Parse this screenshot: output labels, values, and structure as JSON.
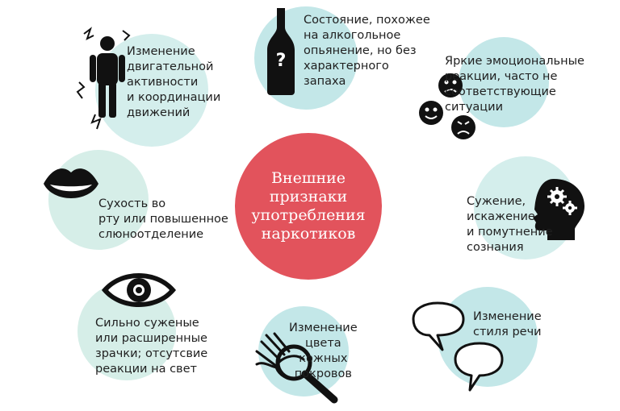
{
  "center": {
    "title": "Внешние\nпризнаки\nупотребления\nнаркотиков"
  },
  "items": [
    {
      "id": "motor",
      "text": "Изменение\nдвигательной\nактивности\nи координации\nдвижений",
      "icon": "person-shaking-icon"
    },
    {
      "id": "intox",
      "text": "Состояние, похожее\nна алкогольное\nопьянение, но без\nхарактерного\nзапаха",
      "icon": "bottle-icon"
    },
    {
      "id": "emotion",
      "text": "Яркие эмоциональные\nреакции, часто не\nсоответствующие\nситуации",
      "icon": "emotion-faces-icon"
    },
    {
      "id": "mouth",
      "text": "Сухость во\nрту или повышенное\nслюноотделение",
      "icon": "lips-icon"
    },
    {
      "id": "mind",
      "text": "Сужение,\nискажение\nи помутнение\nсознания",
      "icon": "head-gears-icon"
    },
    {
      "id": "eyes",
      "text": "Сильно суженые\nили расширенные\nзрачки; отсутсвие\nреакции на свет",
      "icon": "eye-icon"
    },
    {
      "id": "skin",
      "text": "Изменение\nцвета\nкожных\nпокровов",
      "icon": "hand-magnifier-icon"
    },
    {
      "id": "speech",
      "text": "Изменение\nстиля речи",
      "icon": "speech-bubbles-icon"
    }
  ],
  "colors": {
    "center": "#e2535c",
    "bubble_a": "#bfe6e6",
    "bubble_b": "#d6eee8",
    "icon": "#111111"
  }
}
